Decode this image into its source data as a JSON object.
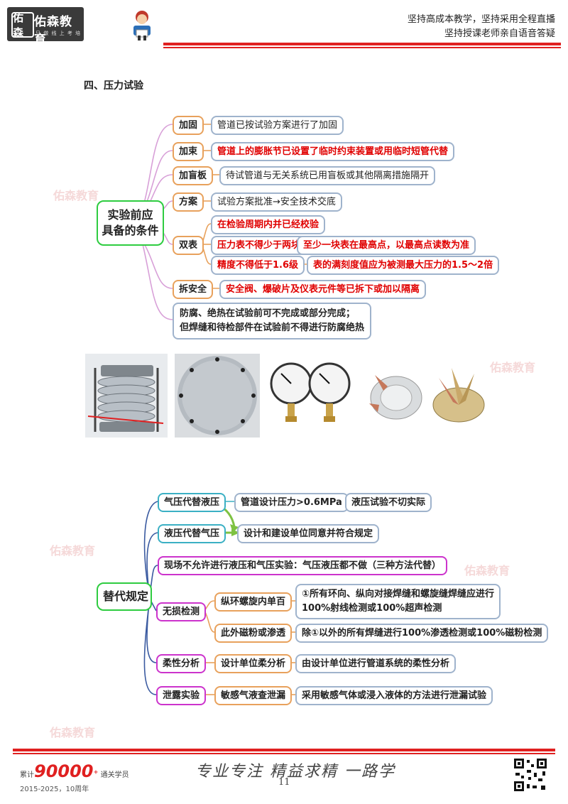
{
  "header": {
    "logo_seal": "佑森",
    "logo_name": "佑森教育",
    "logo_sub": "只 做 线 上 考 培",
    "slogan_1": "坚持高成本教学，坚持采用全程直播",
    "slogan_2": "坚持授课老师亲自语音答疑",
    "accent_color": "#e02020"
  },
  "section_title": "四、压力试验",
  "watermark": "佑森教育",
  "mindmap1": {
    "root_line1": "实验前应",
    "root_line2": "具备的条件",
    "branches": [
      {
        "label": "加固",
        "detail": "管道已按试验方案进行了加固"
      },
      {
        "label": "加束",
        "detail": "管道上的膨胀节已设置了临时约束装置或用临时短管代替"
      },
      {
        "label": "加盲板",
        "detail": "待试管道与无关系统已用盲板或其他隔离措施隔开"
      },
      {
        "label": "方案",
        "detail": "试验方案批准→安全技术交底"
      },
      {
        "label": "双表",
        "items": [
          {
            "text": "在检验周期内并已经校验"
          },
          {
            "text": "压力表不得少于两块",
            "detail": "至少一块表在最高点，以最高点读数为准"
          },
          {
            "text": "精度不得低于1.6级",
            "detail": "表的满刻度值应为被测最大压力的1.5～2倍"
          }
        ]
      },
      {
        "label": "拆安全",
        "detail": "安全阀、爆破片及仪表元件等已拆下或加以隔离"
      },
      {
        "detail_line1": "防腐、绝热在试验前可不完成或部分完成；",
        "detail_line2": "但焊缝和待检部件在试验前不得进行防腐绝热"
      }
    ]
  },
  "photos": [
    "expansion-joint-photo",
    "blind-plate-photo",
    "pressure-gauge-photo",
    "safety-valve-photo",
    "rupture-disc-photo"
  ],
  "mindmap2": {
    "root": "替代规定",
    "b1_label": "气压代替液压",
    "b1_cond": "管道设计压力>0.6MPa",
    "b1_note": "液压试验不切实际",
    "b2_label": "液压代替气压",
    "shared": "设计和建设单位同意并符合规定",
    "b3_label": "现场不允许进行液压和气压实验：气压液压都不做（三种方法代替）",
    "ndt_label": "无损检测",
    "ndt_a": "纵环螺旋内单百",
    "ndt_a_detail1": "①所有环向、纵向对接焊缝和螺旋缝焊缝应进行",
    "ndt_a_detail2": "100%射线检测或100%超声检测",
    "ndt_b": "此外磁粉或渗透",
    "ndt_b_detail": "除①以外的所有焊缝进行100%渗透检测或100%磁粉检测",
    "flex_label": "柔性分析",
    "flex_a": "设计单位柔分析",
    "flex_detail": "由设计单位进行管道系统的柔性分析",
    "leak_label": "泄露实验",
    "leak_a": "敏感气液查泄漏",
    "leak_detail": "采用敏感气体或浸入液体的方法进行泄漏试验"
  },
  "footer": {
    "learners_prefix": "累计",
    "learners_num": "90000",
    "learners_plus": "+",
    "learners_suffix": "通关学员",
    "years": "2015-2025，10周年",
    "motto": "专业专注  精益求精  一路学",
    "page_number": "11"
  }
}
